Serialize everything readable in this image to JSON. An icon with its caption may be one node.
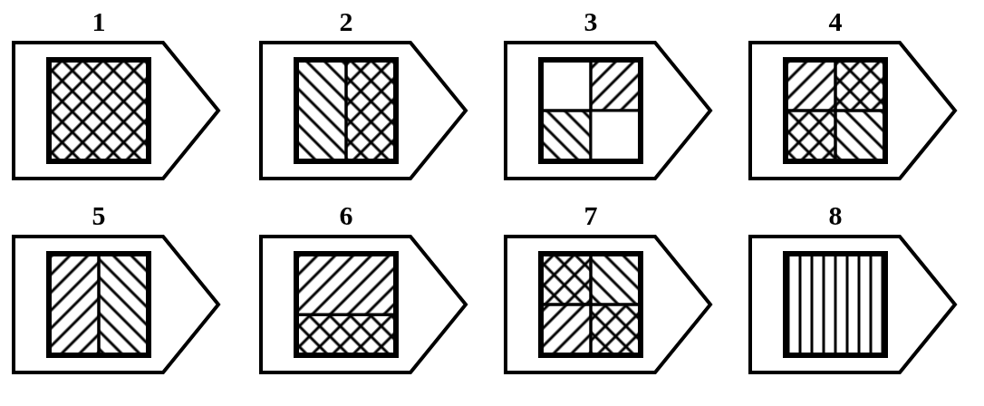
{
  "diagram": {
    "nodes": [
      {
        "text": [
          "1"
        ]
      },
      {
        "text": [
          "2"
        ]
      },
      {
        "text": [
          "3"
        ]
      },
      {
        "text": [
          "4"
        ]
      },
      {
        "text": [
          "5"
        ]
      },
      {
        "text": [
          "6"
        ]
      },
      {
        "text": [
          "7"
        ]
      },
      {
        "text": [
          "8"
        ]
      }
    ]
  }
}
